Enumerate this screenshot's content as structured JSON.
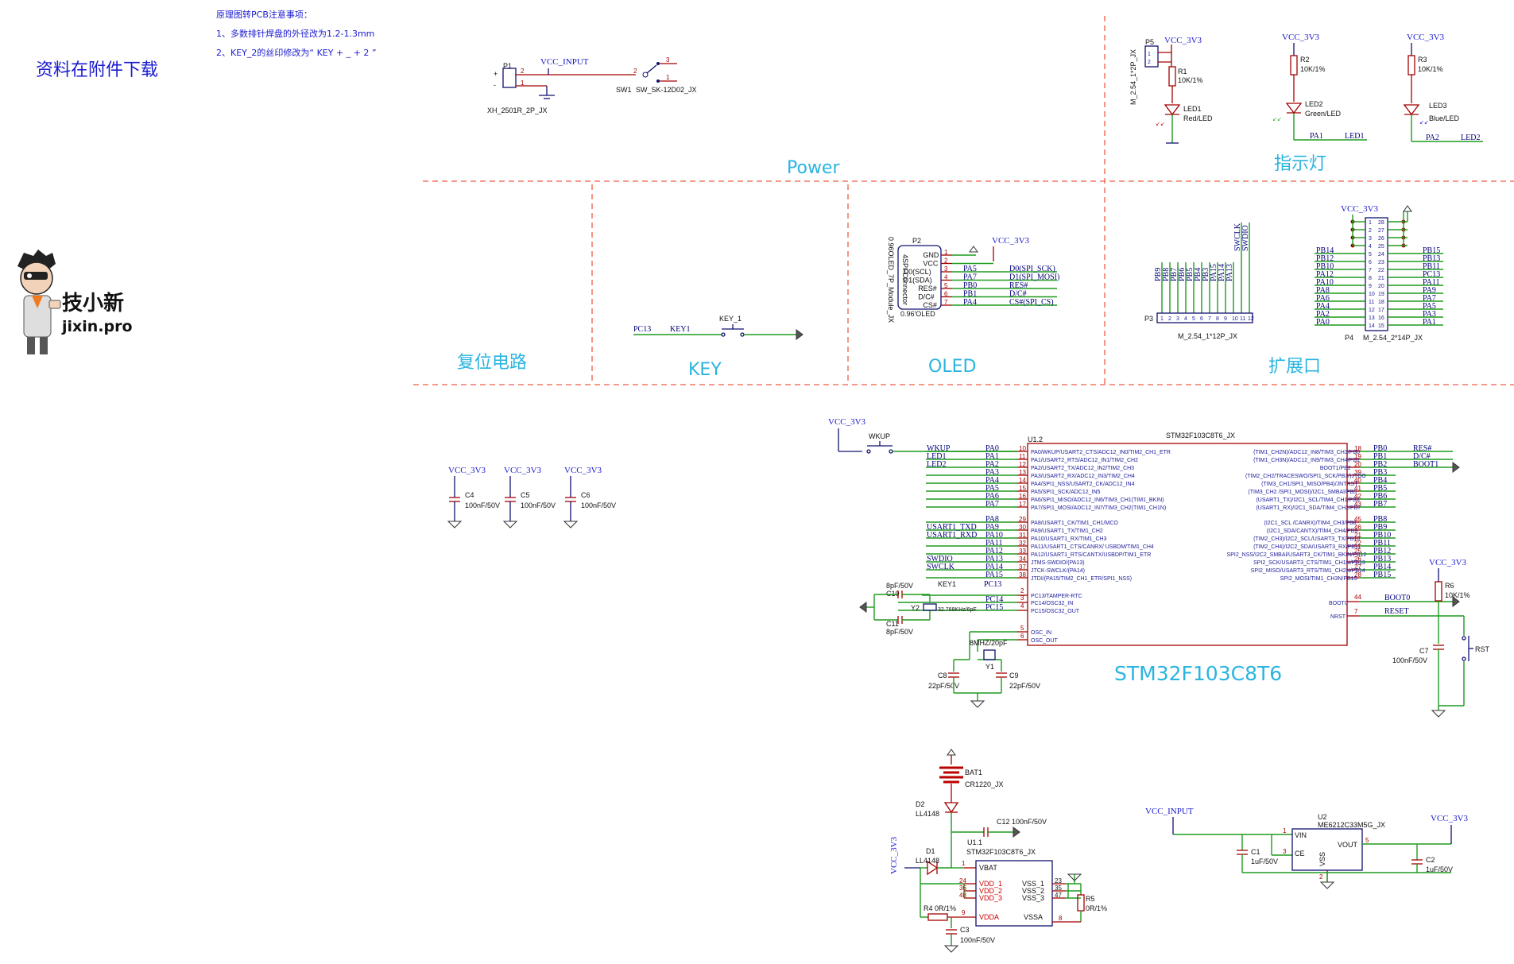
{
  "header": {
    "download_note": "资料在附件下载",
    "notes_title": "原理图转PCB注意事项：",
    "note_1": "1、多数排针焊盘的外径改为1.2-1.3mm",
    "note_2": "2、KEY_2的丝印修改为“ KEY + _ + 2 ”"
  },
  "logo": {
    "brand": "技小新",
    "site": "jixin.pro"
  },
  "sections": {
    "power": "Power",
    "led": "指示灯",
    "reset": "复位电路",
    "key": "KEY",
    "oled": "OLED",
    "expansion": "扩展口",
    "mcu": "STM32F103C8T6"
  },
  "power_block": {
    "p1_ref": "P1",
    "p1_part": "XH_2501R_2P_JX",
    "net": "VCC_INPUT",
    "sw_ref": "SW1",
    "sw_part": "SW_SK-12D02_JX",
    "pins": [
      "1",
      "2",
      "3",
      "2",
      "1"
    ]
  },
  "led_block": {
    "vcc": "VCC_3V3",
    "p5": "P5",
    "p5_part": "M_2.54_1*2P_JX",
    "r1": "R1",
    "r1_val": "10K/1%",
    "led1": "LED1",
    "led1_val": "Red/LED",
    "r2": "R2",
    "r2_val": "10K/1%",
    "led2": "LED2",
    "led2_val": "Green/LED",
    "r3": "R3",
    "r3_val": "10K/1%",
    "led3": "LED3",
    "led3_val": "Blue/LED",
    "pa1": "PA1",
    "led1_net": "LED1",
    "pa2": "PA2",
    "led2_net": "LED2"
  },
  "key_block": {
    "net_in": "PC13",
    "net_key": "KEY1",
    "ref": "KEY_1"
  },
  "oled_block": {
    "ref": "P2",
    "part": "0.96OLED_7P_Module_JX",
    "connector": "4SPI-Connector",
    "label": "0.96'OLED",
    "vcc": "VCC_3V3",
    "pins": [
      {
        "n": "1",
        "name": "GND",
        "net": "",
        "sig": ""
      },
      {
        "n": "2",
        "name": "VCC",
        "net": "",
        "sig": ""
      },
      {
        "n": "3",
        "name": "D0(SCL)",
        "net": "PA5",
        "sig": "D0(SPI_SCK)"
      },
      {
        "n": "4",
        "name": "D1(SDA)",
        "net": "PA7",
        "sig": "D1(SPI_MOSI)"
      },
      {
        "n": "5",
        "name": "RES#",
        "net": "PB0",
        "sig": "RES#"
      },
      {
        "n": "6",
        "name": "D/C#",
        "net": "PB1",
        "sig": "D/C#"
      },
      {
        "n": "7",
        "name": "CS#",
        "net": "PA4",
        "sig": "CS#(SPI_CS)"
      }
    ]
  },
  "exp_block": {
    "p3": "P3",
    "p3_part": "M_2.54_1*12P_JX",
    "p3_nets": [
      "PB9",
      "PB8",
      "PB7",
      "PB6",
      "PB5",
      "PB4",
      "PB3",
      "PA15",
      "PA14",
      "PA13",
      "SWCLK",
      "SWDIO"
    ],
    "p4": "P4",
    "p4_part": "M_2.54_2*14P_JX",
    "vcc": "VCC_3V3",
    "p4_left": [
      "PB14",
      "PB12",
      "PB10",
      "PA12",
      "PA10",
      "PA8",
      "PA6",
      "PA4",
      "PA2",
      "PA0"
    ],
    "p4_right": [
      "PB15",
      "PB13",
      "PB11",
      "PC13",
      "PA11",
      "PA9",
      "PA7",
      "PA5",
      "PA3",
      "PA1"
    ],
    "p4_pins_l": [
      "1",
      "2",
      "3",
      "4",
      "5",
      "6",
      "7",
      "8",
      "9",
      "10",
      "11",
      "12",
      "13",
      "14"
    ],
    "p4_pins_r": [
      "28",
      "27",
      "26",
      "25",
      "24",
      "23",
      "22",
      "21",
      "20",
      "19",
      "18",
      "17",
      "16",
      "15"
    ]
  },
  "caps_block": [
    {
      "vcc": "VCC_3V3",
      "ref": "C4",
      "val": "100nF/50V"
    },
    {
      "vcc": "VCC_3V3",
      "ref": "C5",
      "val": "100nF/50V"
    },
    {
      "vcc": "VCC_3V3",
      "ref": "C6",
      "val": "100nF/50V"
    }
  ],
  "mcu_block": {
    "ref": "U1.2",
    "part": "STM32F103C8T6_JX",
    "vcc": "VCC_3V3",
    "wkup": "WKUP",
    "left_pins": [
      {
        "net": "PA0",
        "lab": "WKUP",
        "n": "10",
        "fn": "PA0/WKUP/USART2_CTS/ADC12_IN0/TIM2_CH1_ETR"
      },
      {
        "net": "PA1",
        "lab": "LED1",
        "n": "11",
        "fn": "PA1/USART2_RTS/ADC12_IN1/TIM2_CH2"
      },
      {
        "net": "PA2",
        "lab": "LED2",
        "n": "12",
        "fn": "PA2/USART2_TX/ADC12_IN2/TIM2_CH3"
      },
      {
        "net": "PA3",
        "lab": "",
        "n": "13",
        "fn": "PA3/USART2_RX/ADC12_IN3/TIM2_CH4"
      },
      {
        "net": "PA4",
        "lab": "",
        "n": "14",
        "fn": "PA4/SPI1_NSS/USART2_CK/ADC12_IN4"
      },
      {
        "net": "PA5",
        "lab": "",
        "n": "15",
        "fn": "PA5/SPI1_SCK/ADC12_IN5"
      },
      {
        "net": "PA6",
        "lab": "",
        "n": "16",
        "fn": "PA6/SPI1_MISO/ADC12_IN6/TIM3_CH1(TIM1_BKIN)"
      },
      {
        "net": "PA7",
        "lab": "",
        "n": "17",
        "fn": "PA7/SPI1_MOSI/ADC12_IN7/TIM3_CH2(TIM1_CH1N)"
      },
      {
        "net": "PA8",
        "lab": "",
        "n": "29",
        "fn": "PA8/USART1_CK/TIM1_CH1/MCO"
      },
      {
        "net": "PA9",
        "lab": "USART1_TXD",
        "n": "30",
        "fn": "PA9/USART1_TX/TIM1_CH2"
      },
      {
        "net": "PA10",
        "lab": "USART1_RXD",
        "n": "31",
        "fn": "PA10/USART1_RX/TIM1_CH3"
      },
      {
        "net": "PA11",
        "lab": "",
        "n": "32",
        "fn": "PA11/USART1_CTS/CANRX/ USBDM/TIM1_CH4"
      },
      {
        "net": "PA12",
        "lab": "",
        "n": "33",
        "fn": "PA12/USART1_RTS/CANTX/USBDP/TIM1_ETR"
      },
      {
        "net": "PA13",
        "lab": "SWDIO",
        "n": "34",
        "fn": "JTMS-SWDIO/(PA13)"
      },
      {
        "net": "PA14",
        "lab": "SWCLK",
        "n": "37",
        "fn": "JTCK-SWCLK/(PA14)"
      },
      {
        "net": "PA15",
        "lab": "",
        "n": "38",
        "fn": "JTDI/(PA15/TIM2_CH1_ETR/SPI1_NSS)"
      }
    ],
    "right_pins": [
      {
        "net": "PB0",
        "lab": "RES#",
        "n": "18",
        "fn": "(TIM1_CH2N)/ADC12_IN8/TIM3_CH3/PB0"
      },
      {
        "net": "PB1",
        "lab": "D/C#",
        "n": "19",
        "fn": "(TIM1_CH3N)/ADC12_IN9/TIM3_CH4/PB1"
      },
      {
        "net": "PB2",
        "lab": "BOOT1",
        "n": "20",
        "fn": "BOOT1/PB2"
      },
      {
        "net": "PB3",
        "lab": "",
        "n": "39",
        "fn": "(TIM2_CH2/TRACESWO/SPI1_SCK/PB3/)JTDO"
      },
      {
        "net": "PB4",
        "lab": "",
        "n": "40",
        "fn": "(TIM3_CH1/SPI1_MISO/PB4)/JNTRST"
      },
      {
        "net": "PB5",
        "lab": "",
        "n": "41",
        "fn": "(TIM3_CH2 /SPI1_MOSI)/I2C1_SMBAl/PB5"
      },
      {
        "net": "PB6",
        "lab": "",
        "n": "42",
        "fn": "(USART1_TX)/I2C1_SCL/TIM4_CH1/PB6"
      },
      {
        "net": "PB7",
        "lab": "",
        "n": "43",
        "fn": "(USART1_RX)/I2C1_SDA/TIM4_CH2/PB7"
      },
      {
        "net": "PB8",
        "lab": "",
        "n": "45",
        "fn": "(I2C1_SCL /CANRX)/TIM4_CH3/PB8"
      },
      {
        "net": "PB9",
        "lab": "",
        "n": "46",
        "fn": "(I2C1_SDA/CANTX)/TIM4_CH4/PB9"
      },
      {
        "net": "PB10",
        "lab": "",
        "n": "21",
        "fn": "(TIM2_CH3)/I2C2_SCL/USART3_TX/PB10"
      },
      {
        "net": "PB11",
        "lab": "",
        "n": "22",
        "fn": "(TIM2_CH4)/I2C2_SDA/USART3_RX/PB11"
      },
      {
        "net": "PB12",
        "lab": "",
        "n": "25",
        "fn": "SPI2_NSS/I2C2_SMBAl/USART3_CK/TIM1_BKIN/PB12"
      },
      {
        "net": "PB13",
        "lab": "",
        "n": "26",
        "fn": "SPI2_SCK/USART3_CTS/TIM1_CH1N/PB13"
      },
      {
        "net": "PB14",
        "lab": "",
        "n": "27",
        "fn": "SPI2_MISO/USART3_RTS/TIM1_CH2N/PB14"
      },
      {
        "net": "PB15",
        "lab": "",
        "n": "28",
        "fn": "SPI2_MOSI/TIM1_CH3N/PB15"
      }
    ],
    "pc13": {
      "net": "PC13",
      "lab": "KEY1",
      "n": "2",
      "fn": "PC13/TAMPER-RTC"
    },
    "pc14": {
      "net": "PC14",
      "n": "3",
      "fn": "PC14/OSC32_IN"
    },
    "pc15": {
      "net": "PC15",
      "n": "4",
      "fn": "PC15/OSC32_OUT"
    },
    "osc_in": {
      "n": "5",
      "fn": "OSC_IN"
    },
    "osc_out": {
      "n": "6",
      "fn": "OSC_OUT"
    },
    "boot0": {
      "n": "44",
      "fn": "BOOT0",
      "lab": "BOOT0"
    },
    "nrst": {
      "n": "7",
      "fn": "NRST",
      "lab": "RESET"
    },
    "c10": "C10",
    "c10_val": "8pF/50V",
    "c11": "C11",
    "c11_val": "8pF/50V",
    "y2": "Y2",
    "y2_val": "32.768KHz/6pF",
    "y1": "Y1",
    "y1_val": "8MHZ/20pF",
    "c8": "C8",
    "c8_val": "22pF/50V",
    "c9": "C9",
    "c9_val": "22pF/50V",
    "r6": "R6",
    "r6_val": "10K/1%",
    "r6_vcc": "VCC_3V3",
    "c7": "C7",
    "c7_val": "100nF/50V",
    "rst": "RST"
  },
  "pwr_mcu_block": {
    "bat": "BAT1",
    "bat_val": "CR1220_JX",
    "d2": "D2",
    "d2_val": "LL4148",
    "d1": "D1",
    "d1_val": "LL4148",
    "c12": "C12 100nF/50V",
    "vcc": "VCC_3V3",
    "ref": "U1.1",
    "part": "STM32F103C8T6_JX",
    "vbat": {
      "n": "1",
      "name": "VBAT"
    },
    "vdd": [
      {
        "n": "24",
        "name": "VDD_1"
      },
      {
        "n": "36",
        "name": "VDD_2"
      },
      {
        "n": "48",
        "name": "VDD_3"
      }
    ],
    "vdda": {
      "n": "9",
      "name": "VDDA"
    },
    "vss": [
      {
        "n": "23",
        "name": "VSS_1"
      },
      {
        "n": "35",
        "name": "VSS_2"
      },
      {
        "n": "47",
        "name": "VSS_3"
      }
    ],
    "vssa": {
      "n": "8",
      "name": "VSSA"
    },
    "r4": "R4 0R/1%",
    "r5": "R5",
    "r5_val": "0R/1%",
    "c3": "C3",
    "c3_val": "100nF/50V"
  },
  "ldo_block": {
    "vin_net": "VCC_INPUT",
    "vout_net": "VCC_3V3",
    "ref": "U2",
    "part": "ME6212C33M5G_JX",
    "vin": "VIN",
    "ce": "CE",
    "vss": "VSS",
    "vout": "VOUT",
    "pin_vin": "1",
    "pin_ce": "3",
    "pin_vss": "2",
    "pin_vout": "5",
    "c1": "C1",
    "c1_val": "1uF/50V",
    "c2": "C2",
    "c2_val": "1uF/50V"
  }
}
